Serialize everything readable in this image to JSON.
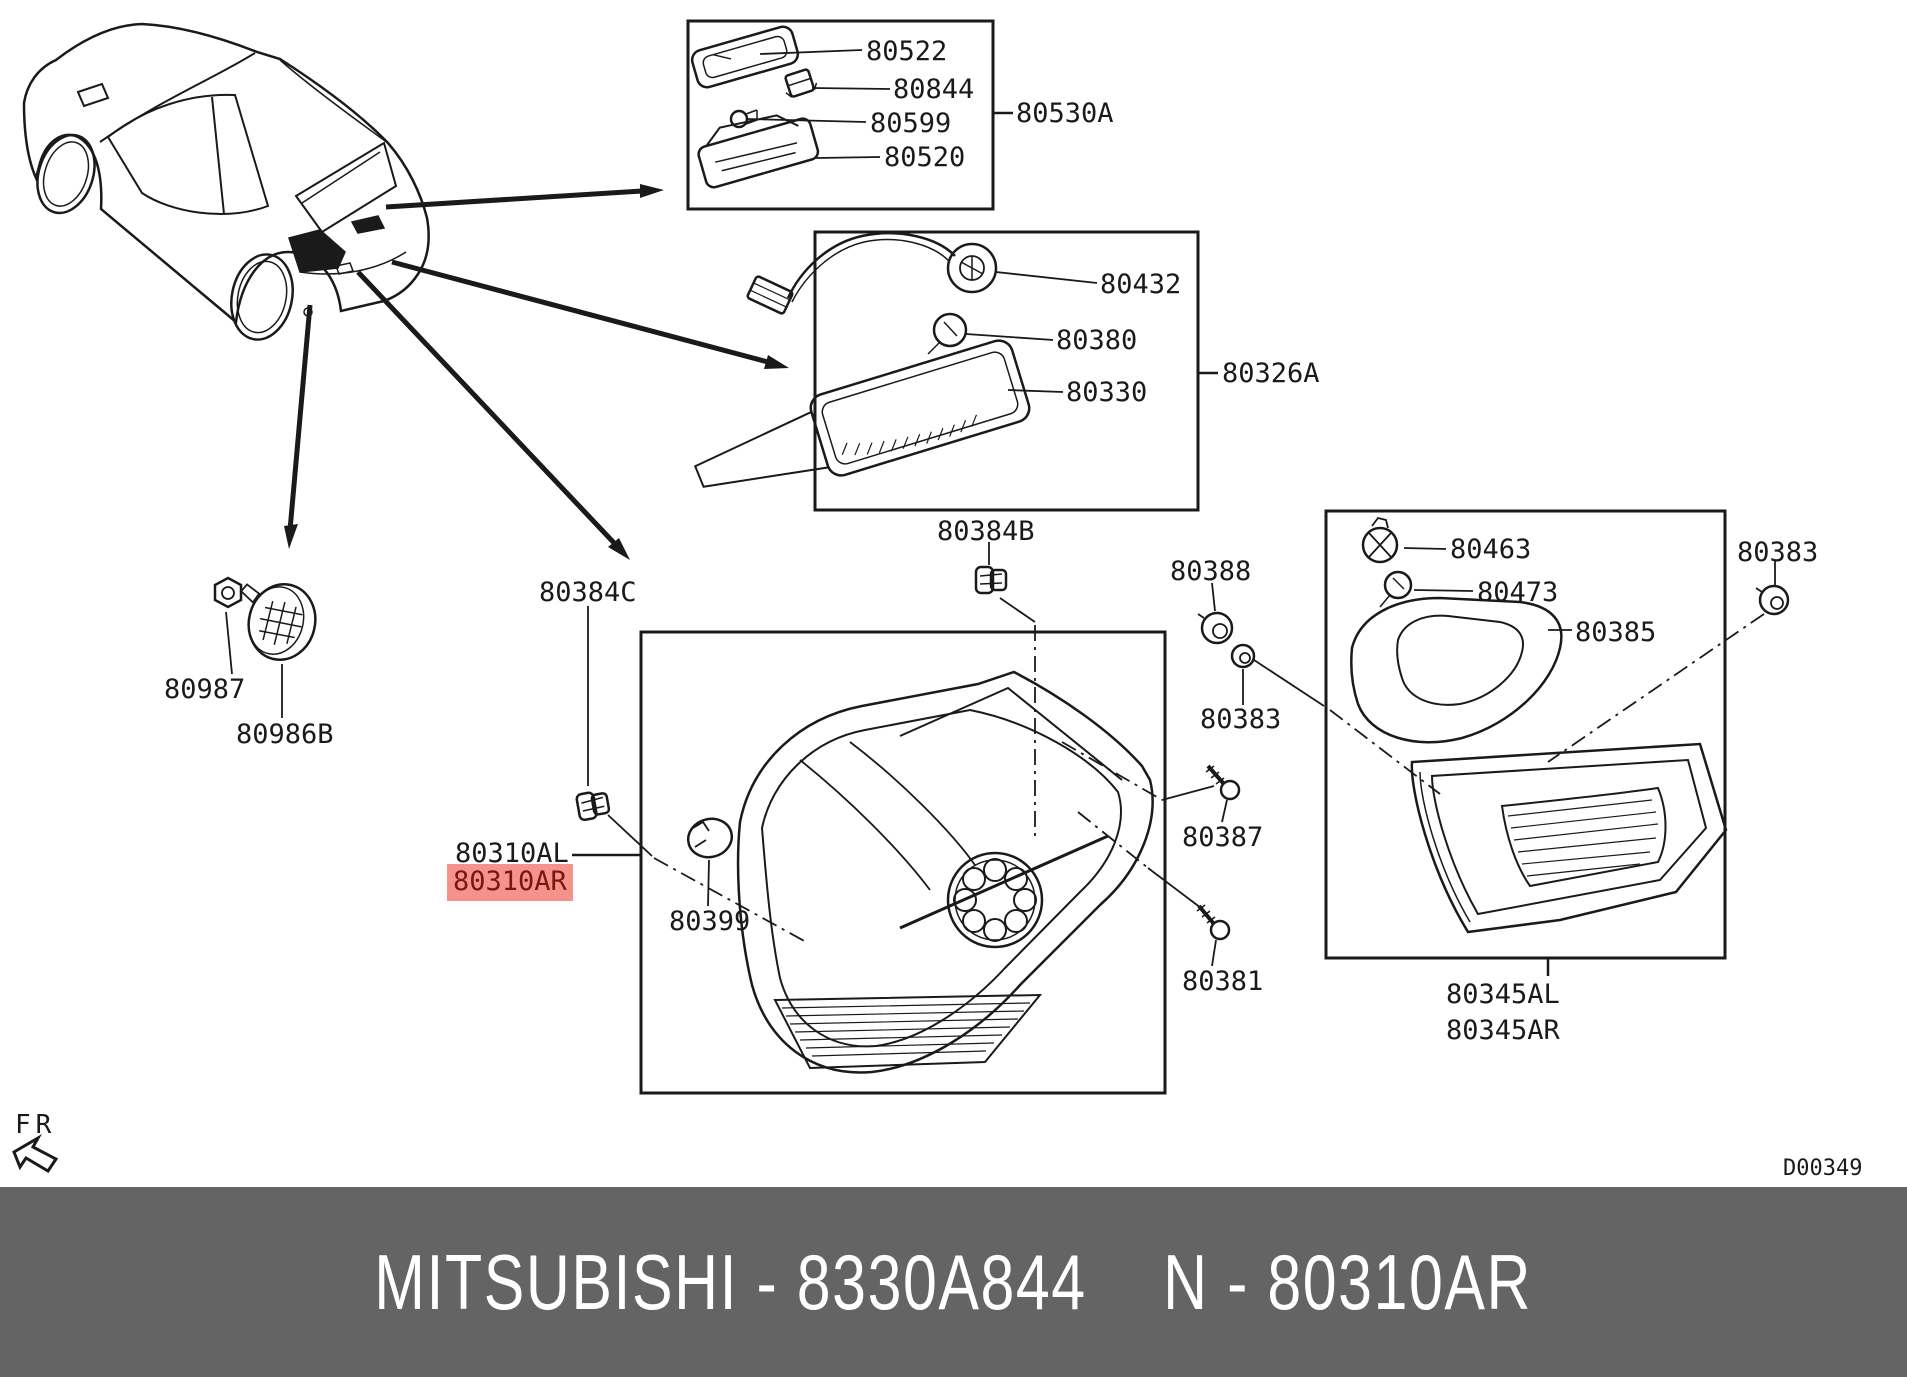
{
  "footer": {
    "left": "MITSUBISHI - 8330A844",
    "right": "N - 80310AR",
    "background": "#646464",
    "text_color": "#FFFFFF"
  },
  "drawing_number": "D00349",
  "orientation": "FR",
  "highlight": {
    "part": "80310AR",
    "background": "#F5928B",
    "text_color": "#7C150E"
  },
  "callouts": {
    "p80522": "80522",
    "p80844": "80844",
    "p80599": "80599",
    "p80520": "80520",
    "p80530A": "80530A",
    "p80432": "80432",
    "p80380": "80380",
    "p80330": "80330",
    "p80326A": "80326A",
    "p80384B": "80384B",
    "p80384C": "80384C",
    "p80388": "80388",
    "p80383_upper": "80383",
    "p80387": "80387",
    "p80381": "80381",
    "p80310AL": "80310AL",
    "p80310AR": "80310AR",
    "p80399": "80399",
    "p80987": "80987",
    "p80986B": "80986B",
    "p80463": "80463",
    "p80473": "80473",
    "p80385": "80385",
    "p80383_right": "80383",
    "p80345AL": "80345AL",
    "p80345AR": "80345AR"
  }
}
